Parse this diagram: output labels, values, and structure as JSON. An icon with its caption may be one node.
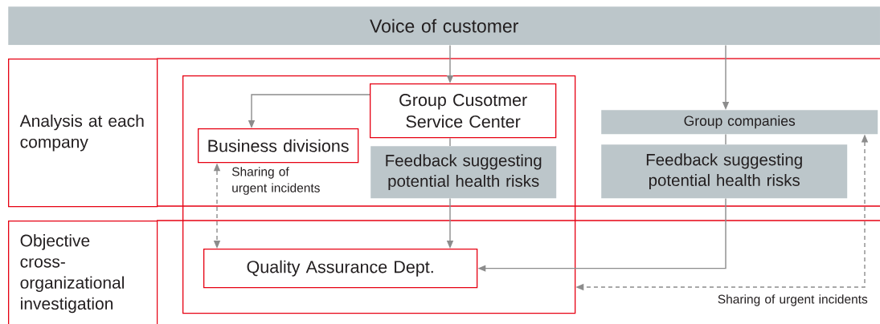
{
  "diagram": {
    "nodes": [
      {
        "text": [
          "Voice of customer"
        ]
      },
      {
        "text": [
          "Analysis at each company"
        ]
      },
      {
        "text": [
          "Objective cross-organizational investigation"
        ]
      },
      {
        "text": [],
        "shape": "box"
      },
      {
        "text": [
          "Group Cusotmer Service Center"
        ],
        "in": 3
      },
      {
        "text": [
          "Business divisions"
        ],
        "in": 3
      },
      {
        "text": [
          "Feedback suggesting potential health risks"
        ],
        "in": 3
      },
      {
        "text": [
          "Quality Assurance Dept."
        ],
        "in": 3
      },
      {
        "text": [
          "Group companies"
        ]
      },
      {
        "text": [
          "Feedback suggesting potential health risks"
        ]
      }
    ],
    "edges": [
      {
        "from": 0,
        "to": 4,
        "arrow": "to"
      },
      {
        "from": 0,
        "to": 8,
        "arrow": "to"
      },
      {
        "from": 4,
        "to": 5,
        "arrow": "to"
      },
      {
        "from": 4,
        "to": 6,
        "arrow": "none"
      },
      {
        "from": 6,
        "to": 7,
        "arrow": "to"
      },
      {
        "from": 8,
        "to": 9,
        "arrow": "none"
      },
      {
        "from": 9,
        "to": 7,
        "arrow": "to"
      },
      {
        "from": 5,
        "to": 7,
        "arrow": "both",
        "style": "dashed",
        "label": "Sharing of urgent incidents"
      },
      {
        "from": 8,
        "to": 3,
        "arrow": "both",
        "style": "dashed",
        "label": "Sharing of urgent incidents"
      }
    ]
  }
}
